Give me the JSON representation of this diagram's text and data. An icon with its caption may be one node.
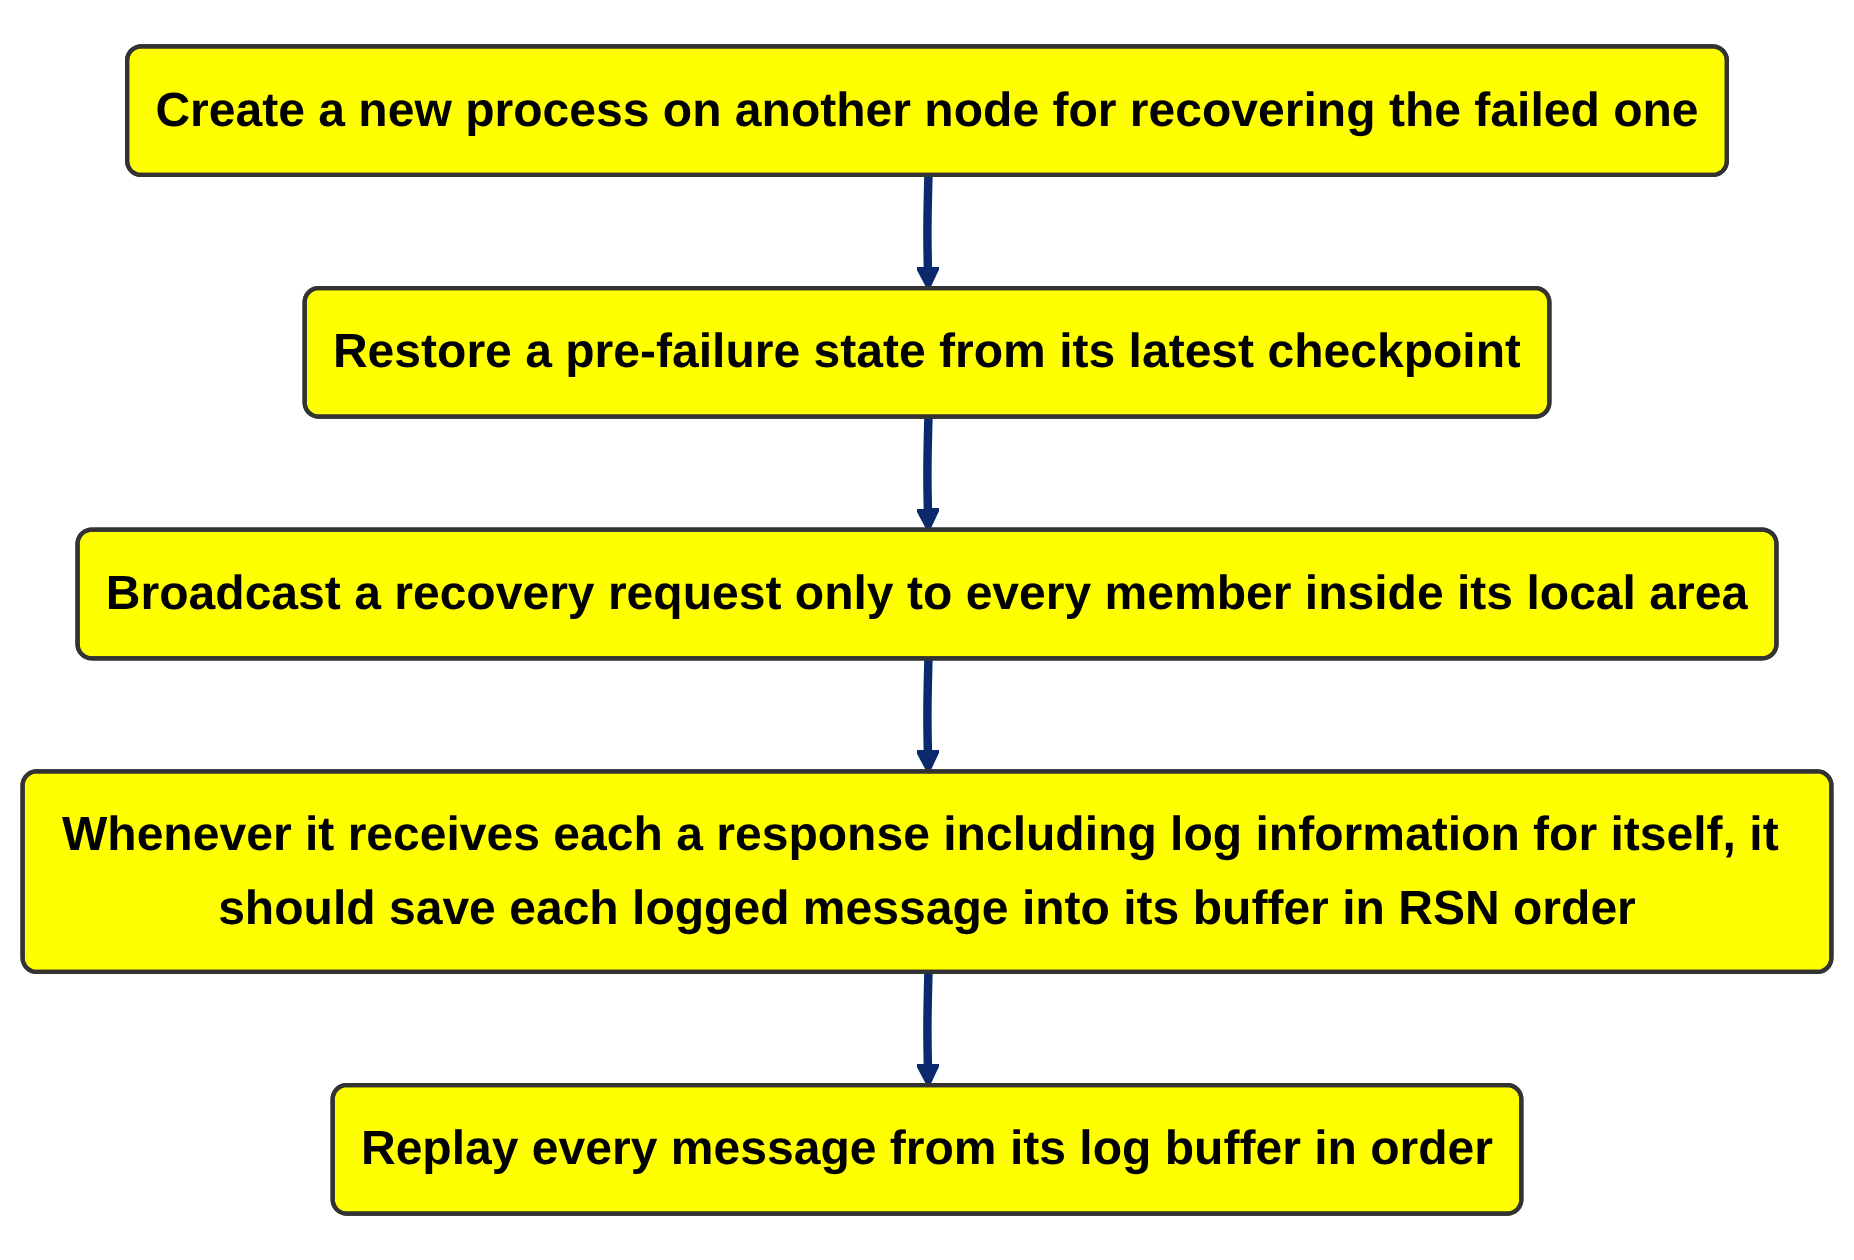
{
  "diagram": {
    "nodes": [
      {
        "text": [
          "Create a new process on another node for recovering the failed one"
        ]
      },
      {
        "text": [
          "Restore a pre-failure state from its latest checkpoint"
        ]
      },
      {
        "text": [
          "Broadcast a recovery request only to every member inside its local area"
        ]
      },
      {
        "text": [
          "Whenever it receives each a response including log information for itself, it should save each logged message into its buffer in RSN order"
        ]
      },
      {
        "text": [
          "Replay every message from its log buffer in order"
        ]
      }
    ],
    "edges": [
      {
        "from": 0,
        "to": 1,
        "arrow": "to"
      },
      {
        "from": 1,
        "to": 2,
        "arrow": "to"
      },
      {
        "from": 2,
        "to": 3,
        "arrow": "to"
      },
      {
        "from": 3,
        "to": 4,
        "arrow": "to"
      }
    ]
  }
}
